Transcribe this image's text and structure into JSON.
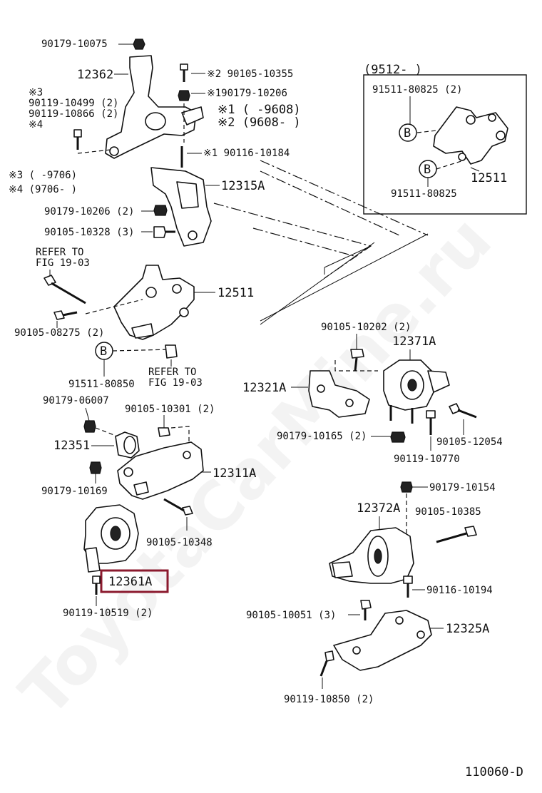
{
  "diagram_code": "110060-D",
  "watermark": "ToyotaCarMine.ru",
  "highlighted_part": "12361A",
  "parts": {
    "p12362": "12362",
    "p12315A": "12315A",
    "p12511_inset": "12511",
    "p12511": "12511",
    "p12321A": "12321A",
    "p12371A": "12371A",
    "p12351": "12351",
    "p12311A": "12311A",
    "p12361A": "12361A",
    "p12372A": "12372A",
    "p12325A": "12325A"
  },
  "fasteners": {
    "f_90179_10075": "90179-10075",
    "f_2_90105_10355": "※2 90105-10355",
    "f_1_90179_10206": "※190179-10206",
    "f_1_90116_10184": "※1 90116-10184",
    "f_90179_10206": "90179-10206 (2)",
    "f_90105_10328": "90105-10328 (3)",
    "f_90105_08275": "90105-08275 (2)",
    "f_91511_80850": "91511-80850",
    "f_91511_80825_a": "91511-80825 (2)",
    "f_91511_80825_b": "91511-80825",
    "f_90105_10202": "90105-10202 (2)",
    "f_90179_10165": "90179-10165 (2)",
    "f_90105_12054": "90105-12054",
    "f_90119_10770": "90119-10770",
    "f_90179_06007": "90179-06007",
    "f_90105_10301": "90105-10301 (2)",
    "f_90179_10169": "90179-10169",
    "f_90105_10348": "90105-10348",
    "f_90119_10519": "90119-10519 (2)",
    "f_90179_10154": "90179-10154",
    "f_90105_10385": "90105-10385",
    "f_90116_10194": "90116-10194",
    "f_90105_10051": "90105-10051 (3)",
    "f_90119_10850": "90119-10850 (2)"
  },
  "notes": {
    "n3": "※3",
    "n_90119_10499": "90119-10499 (2)",
    "n_90119_10866": "90119-10866 (2)",
    "n4": "※4",
    "n1_range": "※1 (      -9608)",
    "n2_range": "※2 (9608-      )",
    "n3_range": "※3 (      -9706)",
    "n4_range": "※4 (9706-      )",
    "inset_range": "(9512-      )",
    "refer1_line1": "REFER TO",
    "refer1_line2": "FIG 19-03",
    "refer2_line1": "REFER TO",
    "refer2_line2": "FIG 19-03"
  },
  "callout_letter": "B"
}
